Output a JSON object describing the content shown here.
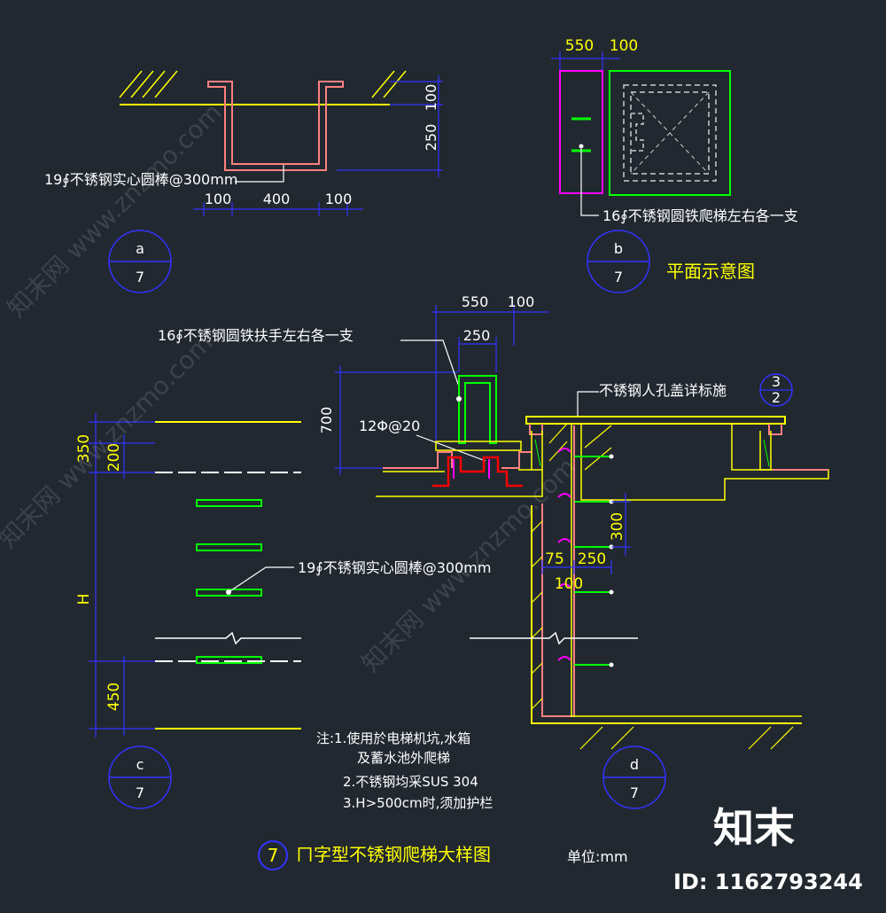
{
  "detail_a": {
    "dims_right": [
      "100",
      "250"
    ],
    "dims_bottom": [
      "100",
      "400",
      "100"
    ],
    "leader_label": "19∮不锈钢实心圆棒@300mm",
    "bubble_top": "a",
    "bubble_bottom": "7"
  },
  "detail_b": {
    "dims_top": [
      "550",
      "100"
    ],
    "leader_label": "16∮不锈钢圆铁爬梯左右各一支",
    "bubble_top": "b",
    "bubble_bottom": "7",
    "caption": "平面示意图"
  },
  "detail_c": {
    "dims_left": [
      "350",
      "200",
      "H",
      "450"
    ],
    "leader_label": "19∮不锈钢实心圆棒@300mm",
    "bubble_top": "c",
    "bubble_bottom": "7"
  },
  "detail_d": {
    "dims_top": [
      "550",
      "100",
      "250"
    ],
    "dim_height": "700",
    "dims_side": [
      "300",
      "75",
      "250",
      "100"
    ],
    "handrail_label": "16∮不锈钢圆铁扶手左右各一支",
    "anchor_label": "12Φ@20",
    "cover_label": "不锈钢人孔盖详标施",
    "cover_ref_top": "3",
    "cover_ref_bottom": "2",
    "bubble_top": "d",
    "bubble_bottom": "7"
  },
  "notes": [
    "注:1.使用於电梯机坑,水箱",
    "及蓄水池外爬梯",
    "2.不锈钢均采SUS 304",
    "3.H>500cm时,须加护栏"
  ],
  "title": {
    "number": "7",
    "text": "ㄇ字型不锈钢爬梯大样图",
    "unit": "单位:mm"
  },
  "watermark": {
    "brand": "知末",
    "id": "ID: 1162793244",
    "repeat_text": "知末网 www.znzmo.com"
  },
  "colors": {
    "background": "#212830",
    "yellow": "#ffff00",
    "green": "#00ff00",
    "pink": "#ff8080",
    "magenta": "#ff00ff",
    "blue": "#3333ff",
    "red": "#ff0000",
    "white": "#ffffff"
  }
}
